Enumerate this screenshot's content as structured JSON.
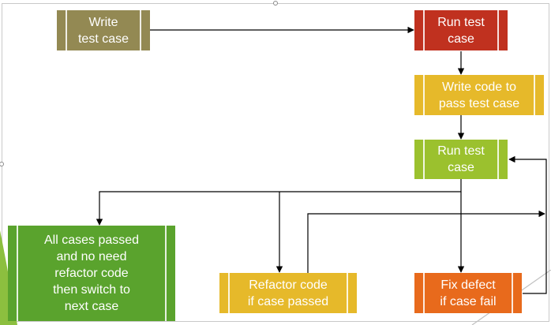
{
  "nodes": {
    "write_test_case": {
      "label": "Write\ntest case",
      "color": "#938953"
    },
    "run_test_case_1": {
      "label": "Run test\ncase",
      "color": "#c0311f"
    },
    "write_code": {
      "label": "Write code to\npass test case",
      "color": "#e6b92a"
    },
    "run_test_case_2": {
      "label": "Run test\ncase",
      "color": "#9bc12e"
    },
    "all_cases_passed": {
      "label": "All cases passed\nand no need\nrefactor code\nthen switch to\nnext case",
      "color": "#5aa32d"
    },
    "refactor_code": {
      "label": "Refactor code\nif  case passed",
      "color": "#e6b92a"
    },
    "fix_defect": {
      "label": "Fix defect\nif case fail",
      "color": "#e86a1c"
    }
  },
  "edges": [
    {
      "from": "write_test_case",
      "to": "run_test_case_1"
    },
    {
      "from": "run_test_case_1",
      "to": "write_code"
    },
    {
      "from": "write_code",
      "to": "run_test_case_2"
    },
    {
      "from": "run_test_case_2",
      "to": "all_cases_passed"
    },
    {
      "from": "run_test_case_2",
      "to": "refactor_code"
    },
    {
      "from": "run_test_case_2",
      "to": "fix_defect"
    },
    {
      "from": "refactor_code",
      "to": "run_test_case_2"
    },
    {
      "from": "fix_defect",
      "to": "run_test_case_2"
    }
  ],
  "colors": {
    "connector": "#000000",
    "accent_green": "#8cbf3f"
  }
}
